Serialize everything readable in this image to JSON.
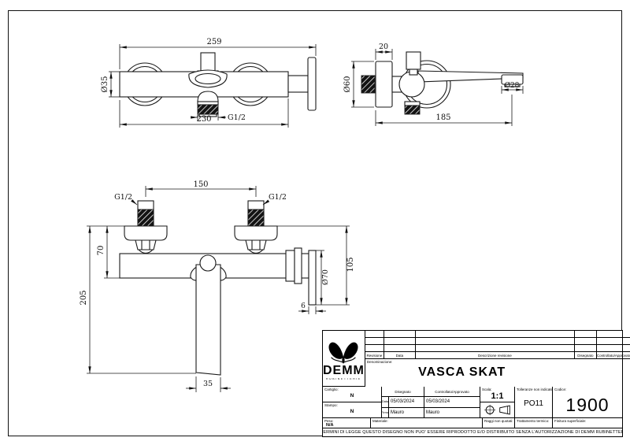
{
  "sheet": {
    "background": "#ffffff",
    "line_color": "#1a1a1a"
  },
  "views": {
    "front_view": {
      "dims": {
        "overall_width": "259",
        "body_diameter": "Ø35",
        "outlet_thread": "G1/2",
        "body_width": "230"
      }
    },
    "side_view": {
      "dims": {
        "plate_depth": "20",
        "plate_diameter": "Ø60",
        "spout_diameter": "Ø28",
        "spout_reach": "185"
      }
    },
    "plan_view": {
      "dims": {
        "inlet_spacing": "150",
        "thread_left": "G1/2",
        "thread_right": "G1/2",
        "inlet_offset": "70",
        "overall_height": "205",
        "side_height": "105",
        "escutcheon_diameter": "Ø70",
        "plate_thickness": "6",
        "handle_width": "35"
      }
    }
  },
  "title_block": {
    "logo": {
      "brand": "DEMM",
      "subtitle": "RUBINETTERIE"
    },
    "revision_headers": {
      "revisione": "Revisione",
      "data": "Data",
      "descrizione": "Descrizione revisione",
      "disegnato": "Disegnato",
      "controllato": "Controllato/Approvato"
    },
    "denominazione": {
      "label": "Denominazione:",
      "value": "VASCA SKAT"
    },
    "left_fields": {
      "cartiglio_label": "Cartiglio:",
      "cartiglio_value": "N",
      "stampo_label": "Stampo:",
      "stampo_value": "N",
      "peso_label": "Peso:",
      "peso_value": "N/A",
      "materiale_label": "Materiale:"
    },
    "signoff": {
      "data_label": "Data",
      "firma_label": "Firma",
      "disegnato_header": "Disegnato",
      "controllato_header": "Controllato/Approvato",
      "disegnato_data": "05/03/2024",
      "disegnato_firma": "Mauro",
      "controllato_data": "05/03/2024",
      "controllato_firma": "Mauro"
    },
    "scala": {
      "label": "Scala:",
      "value": "1:1"
    },
    "tolleranze": {
      "label": "Tolleranze non indicate:",
      "value": "PO11"
    },
    "codice": {
      "label": "Codice:",
      "value": "1900"
    },
    "bottom_fields": {
      "raggi": "Raggi non quotati:",
      "trattamento": "Trattamento termico:",
      "finitura": "Finitura superficiale:"
    },
    "legal_notice": "A TERMINI DI LEGGE QUESTO DISEGNO NON PUO' ESSERE RIPRODOTTO E/O DISTRIBUITO SENZA L'AUTORIZZAZIONE DI DEMM RUBINETTERIE"
  }
}
